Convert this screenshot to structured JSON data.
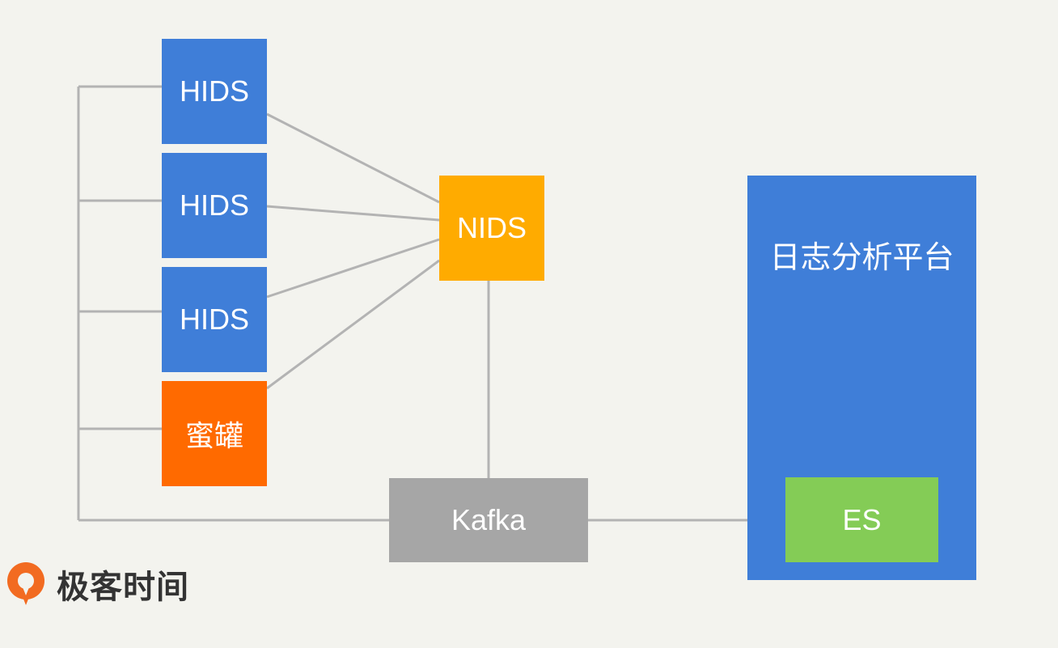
{
  "nodes": {
    "hids_1": "HIDS",
    "hids_2": "HIDS",
    "hids_3": "HIDS",
    "honeypot": "蜜罐",
    "nids": "NIDS",
    "kafka": "Kafka",
    "log_platform": "日志分析平台",
    "es": "ES"
  },
  "colors": {
    "hids": "#3f7ed8",
    "honeypot": "#ff6a00",
    "nids": "#ffab00",
    "kafka": "#a6a6a6",
    "platform": "#3f7ed8",
    "es": "#84cc56",
    "connector": "#b3b3b3",
    "background": "#f3f3ee"
  },
  "edges": [
    [
      "hids_1",
      "nids"
    ],
    [
      "hids_2",
      "nids"
    ],
    [
      "hids_3",
      "nids"
    ],
    [
      "honeypot",
      "nids"
    ],
    [
      "nids",
      "kafka"
    ],
    [
      "hids_1",
      "kafka"
    ],
    [
      "hids_2",
      "kafka"
    ],
    [
      "hids_3",
      "kafka"
    ],
    [
      "honeypot",
      "kafka"
    ],
    [
      "kafka",
      "es"
    ]
  ],
  "brand": {
    "name": "极客时间",
    "logo_icon": "geektime-logo-icon"
  }
}
